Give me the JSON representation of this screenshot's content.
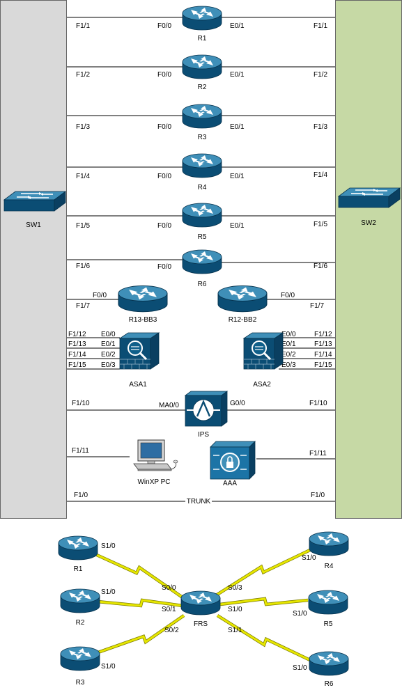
{
  "colors": {
    "sw1_panel": "#d9d9d9",
    "sw2_panel": "#c6d9a5",
    "device_dark": "#0a4a70",
    "device_mid": "#1a6e99",
    "device_light": "#3f8fb8",
    "serial_link": "#e6e600"
  },
  "switches": {
    "sw1": {
      "label": "SW1",
      "icon": "switch-icon"
    },
    "sw2": {
      "label": "SW2",
      "icon": "switch-icon"
    }
  },
  "routers": [
    {
      "name": "R1",
      "left": "F0/0",
      "right": "E0/1",
      "sw1_port": "F1/1",
      "sw2_port": "F1/1"
    },
    {
      "name": "R2",
      "left": "F0/0",
      "right": "E0/1",
      "sw1_port": "F1/2",
      "sw2_port": "F1/2"
    },
    {
      "name": "R3",
      "left": "F0/0",
      "right": "E0/1",
      "sw1_port": "F1/3",
      "sw2_port": "F1/3"
    },
    {
      "name": "R4",
      "left": "F0/0",
      "right": "E0/1",
      "sw1_port": "F1/4",
      "sw2_port": "F1/4"
    },
    {
      "name": "R5",
      "left": "F0/0",
      "right": "E0/1",
      "sw1_port": "F1/5",
      "sw2_port": "F1/5"
    },
    {
      "name": "R6",
      "left": "F0/0",
      "right": "",
      "sw1_port": "F1/6",
      "sw2_port": "F1/6"
    }
  ],
  "bb_routers": {
    "r13": {
      "name": "R13-BB3",
      "port": "F0/0",
      "sw_port": "F1/7"
    },
    "r12": {
      "name": "R12-BB2",
      "port": "F0/0",
      "sw_port": "F1/7"
    }
  },
  "asa1": {
    "name": "ASA1",
    "ports": [
      "E0/0",
      "E0/1",
      "E0/2",
      "E0/3"
    ],
    "sw_ports": [
      "F1/12",
      "F1/13",
      "F1/14",
      "F1/15"
    ]
  },
  "asa2": {
    "name": "ASA2",
    "ports": [
      "E0/0",
      "E0/1",
      "E0/2",
      "E0/3"
    ],
    "sw_ports": [
      "F1/12",
      "F1/13",
      "F1/14",
      "F1/15"
    ]
  },
  "ips": {
    "name": "IPS",
    "left": "MA0/0",
    "right": "G0/0",
    "sw1_port": "F1/10",
    "sw2_port": "F1/10"
  },
  "pc": {
    "name": "WinXP PC",
    "sw_port": "F1/11"
  },
  "aaa": {
    "name": "AAA",
    "sw_port": "F1/11"
  },
  "trunk": {
    "label": "TRUNK",
    "sw1_port": "F1/0",
    "sw2_port": "F1/0"
  },
  "frame_relay": {
    "frs": {
      "name": "FRS",
      "ports": [
        "S0/0",
        "S0/1",
        "S0/2",
        "S0/3",
        "S1/0",
        "S1/1"
      ]
    },
    "routers": [
      {
        "name": "R1",
        "port": "S1/0"
      },
      {
        "name": "R2",
        "port": "S1/0"
      },
      {
        "name": "R3",
        "port": "S1/0"
      },
      {
        "name": "R4",
        "port": "S1/0"
      },
      {
        "name": "R5",
        "port": "S1/0"
      },
      {
        "name": "R6",
        "port": "S1/0"
      }
    ]
  }
}
